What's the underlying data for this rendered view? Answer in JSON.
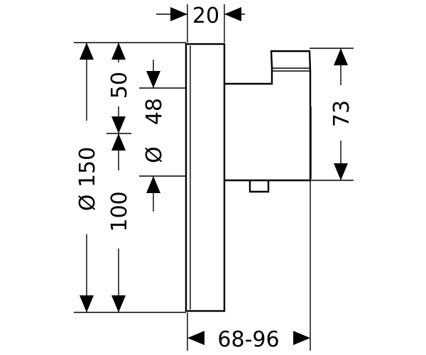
{
  "dimensions": {
    "top_width": "20",
    "bottom_depth": "68-96",
    "height_73": "73",
    "dia_48": "48",
    "dia_48_symbol": "Ø",
    "upper_50": "50",
    "dia_150": "Ø 150",
    "lower_100": "100"
  }
}
